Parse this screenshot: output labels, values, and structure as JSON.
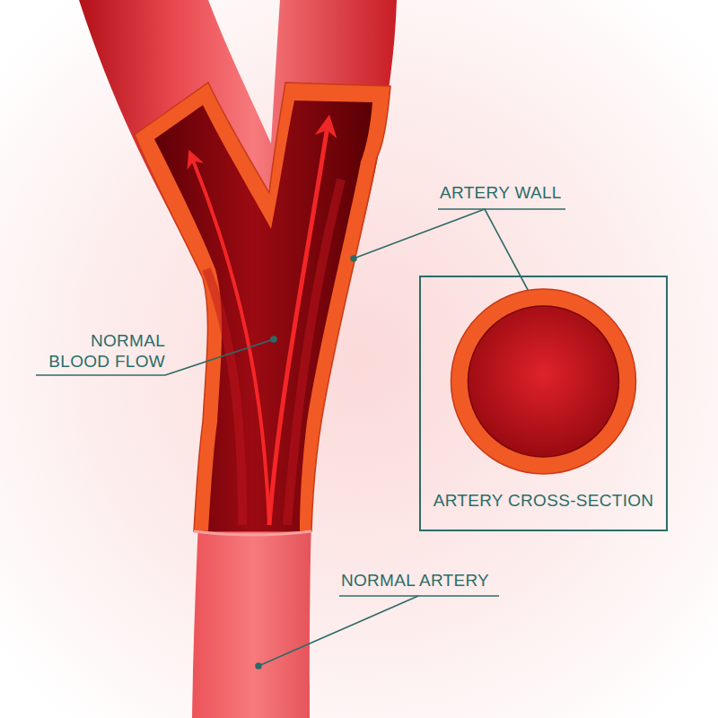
{
  "diagram": {
    "nodes": [
      {
        "text": [
          "ARTERY CROSS-SECTION"
        ]
      }
    ],
    "labels": [
      "ARTERY WALL",
      "NORMAL BLOOD FLOW",
      "NORMAL ARTERY"
    ]
  }
}
